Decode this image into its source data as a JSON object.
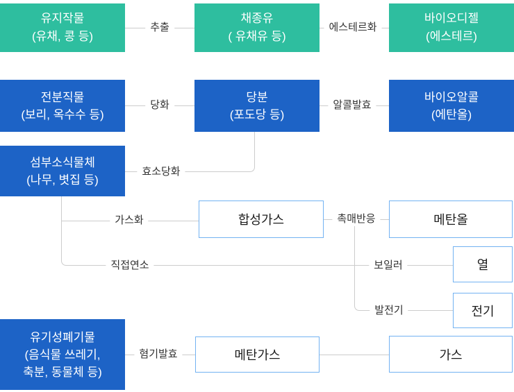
{
  "nodes": {
    "oil_crop": {
      "text": "유지작물\n(유채, 콩 등)"
    },
    "rapeseed_oil": {
      "text": "채종유\n( 유채유 등)"
    },
    "biodiesel": {
      "text": "바이오디젤\n(에스테르)"
    },
    "starch_crop": {
      "text": "전분직물\n(보리, 옥수수 등)"
    },
    "sugar": {
      "text": "당분\n(포도당 등)"
    },
    "bioalcohol": {
      "text": "바이오알콜\n(에탄올)"
    },
    "cellulosic_plant": {
      "text": "섬부소식물체\n(나무, 볏집 등)"
    },
    "syngas": {
      "text": "합성가스"
    },
    "methanol": {
      "text": "메탄올"
    },
    "heat": {
      "text": "열"
    },
    "electricity": {
      "text": "전기"
    },
    "organic_waste": {
      "text": "유기성폐기물\n(음식물 쓰레기,\n축분, 동물체 등)"
    },
    "methane_gas": {
      "text": "메탄가스"
    },
    "gas": {
      "text": "가스"
    }
  },
  "edges": {
    "extraction": "추출",
    "esterification": "에스테르화",
    "saccharification": "당화",
    "alcohol_fermentation": "알콜발효",
    "enzyme_saccharification": "효소당화",
    "gasification": "가스화",
    "catalytic_reaction": "촉매반응",
    "direct_combustion": "직접연소",
    "boiler": "보일러",
    "generator": "발전기",
    "anaerobic_fermentation": "혐기발효"
  },
  "colors": {
    "teal_node": "#2ebe9f",
    "blue_node": "#1d63c6",
    "outline_node_border": "#72b2f2",
    "connector_line": "#cccccc",
    "edge_label_text": "#333333",
    "node_text_light": "#ffffff",
    "node_text_dark": "#1c1c1c"
  }
}
